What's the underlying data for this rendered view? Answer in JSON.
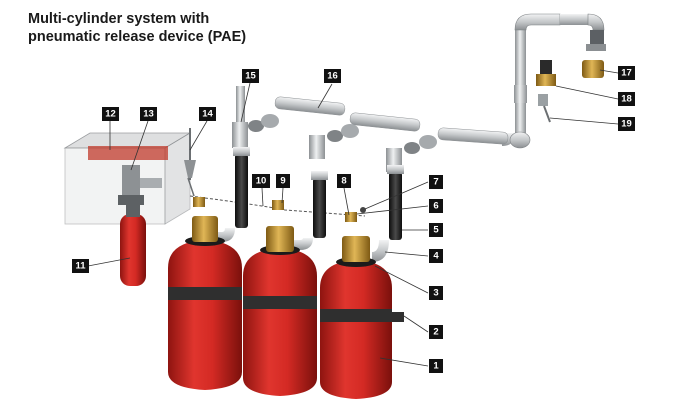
{
  "title": {
    "line1": "Multi-cylinder system with",
    "line2": "pneumatic release device (PAE)"
  },
  "callouts": [
    "1",
    "2",
    "3",
    "4",
    "5",
    "6",
    "7",
    "8",
    "9",
    "10",
    "11",
    "12",
    "13",
    "14",
    "15",
    "16",
    "17",
    "18",
    "19"
  ],
  "colors": {
    "cylinder_red": "#d42a24",
    "strap": "#2f2f2f",
    "valve_brass": "#b88a2c",
    "pipe_grey": "#c9ccce",
    "hose_black": "#1e1e1e",
    "label_bg": "#111111"
  }
}
